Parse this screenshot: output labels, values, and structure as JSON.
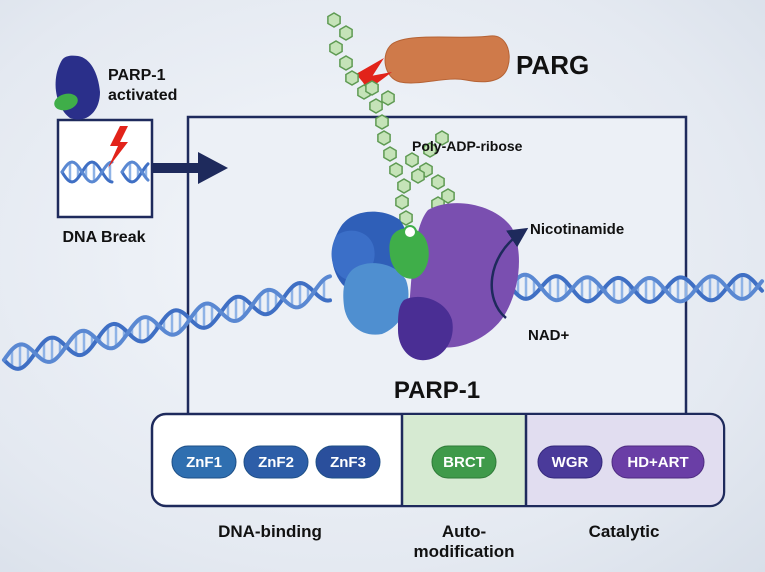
{
  "parp_activated_label": [
    "PARP-1",
    "activated"
  ],
  "dna_break_label": "DNA Break",
  "parg_label": "PARG",
  "poly_adp_ribose_label": "Poly-ADP-ribose",
  "nicotinamide_label": "Nicotinamide",
  "nad_label": "NAD+",
  "parp1_title": "PARP-1",
  "domains": {
    "dna_binding": {
      "pills": [
        "ZnF1",
        "ZnF2",
        "ZnF3"
      ],
      "label": [
        "DNA-binding"
      ]
    },
    "auto_modification": {
      "pills": [
        "BRCT"
      ],
      "label": [
        "Auto-",
        "modification"
      ]
    },
    "catalytic": {
      "pills": [
        "WGR",
        "HD+ART"
      ],
      "label": [
        "Catalytic"
      ]
    }
  },
  "colors": {
    "panel_border": "#1e2a5c",
    "dna_blue": "#3f6fc4",
    "dna_light": "#8fb3e6",
    "parg_orange": "#cf7a4a",
    "polymer_green": "#8cc77e",
    "bolt_red": "#e2231a",
    "znf": "#2f6fb0",
    "brct": "#3f9a4a",
    "wgr": "#4a3a9a",
    "hdart": "#6a3ea6"
  }
}
